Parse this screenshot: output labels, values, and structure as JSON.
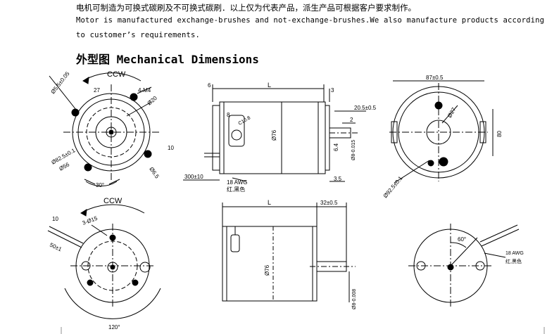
{
  "header": {
    "notice_cn": "电机可制造为可换式碳刷及不可换式碳刷．以上仅为代表产品，派生产品可根据客户要求制作。",
    "notice_en_1": "Motor is manufactured exchange-brushes and not-exchange-brushes.We also manufacture products according",
    "notice_en_2": "to customer’s requirements.",
    "section_title": "外型图 Mechanical Dimensions"
  },
  "drawings": {
    "top_left": {
      "rotation": "CCW",
      "dims": [
        "Ø5.5±0.05",
        "27",
        "4-M4",
        "Ø20",
        "Ø82.5±0.1",
        "Ø56",
        "Ø6.5",
        "30°"
      ]
    },
    "top_middle": {
      "dims": [
        "L",
        "6",
        "3",
        "20.5±0.5",
        "8",
        "C10.8",
        "Ø76",
        "2",
        "6.4",
        "Ø8-0.015",
        "10",
        "300±10",
        "3.5"
      ],
      "wire_spec": "18 AWG",
      "wire_colors": "红,黑色"
    },
    "top_right": {
      "dims": [
        "87±0.5",
        "Ø27",
        "80",
        "Ø92.5±0.1"
      ]
    },
    "bottom_left": {
      "rotation": "CCW",
      "dims": [
        "10",
        "3-Ø15",
        "50±1",
        "120°"
      ]
    },
    "bottom_middle": {
      "dims": [
        "L",
        "32±0.5",
        "Ø76",
        "Ø8-0.008"
      ]
    },
    "bottom_right": {
      "dims": [
        "60°"
      ],
      "wire_spec": "18 AWG",
      "wire_colors": "红,黑色"
    }
  }
}
